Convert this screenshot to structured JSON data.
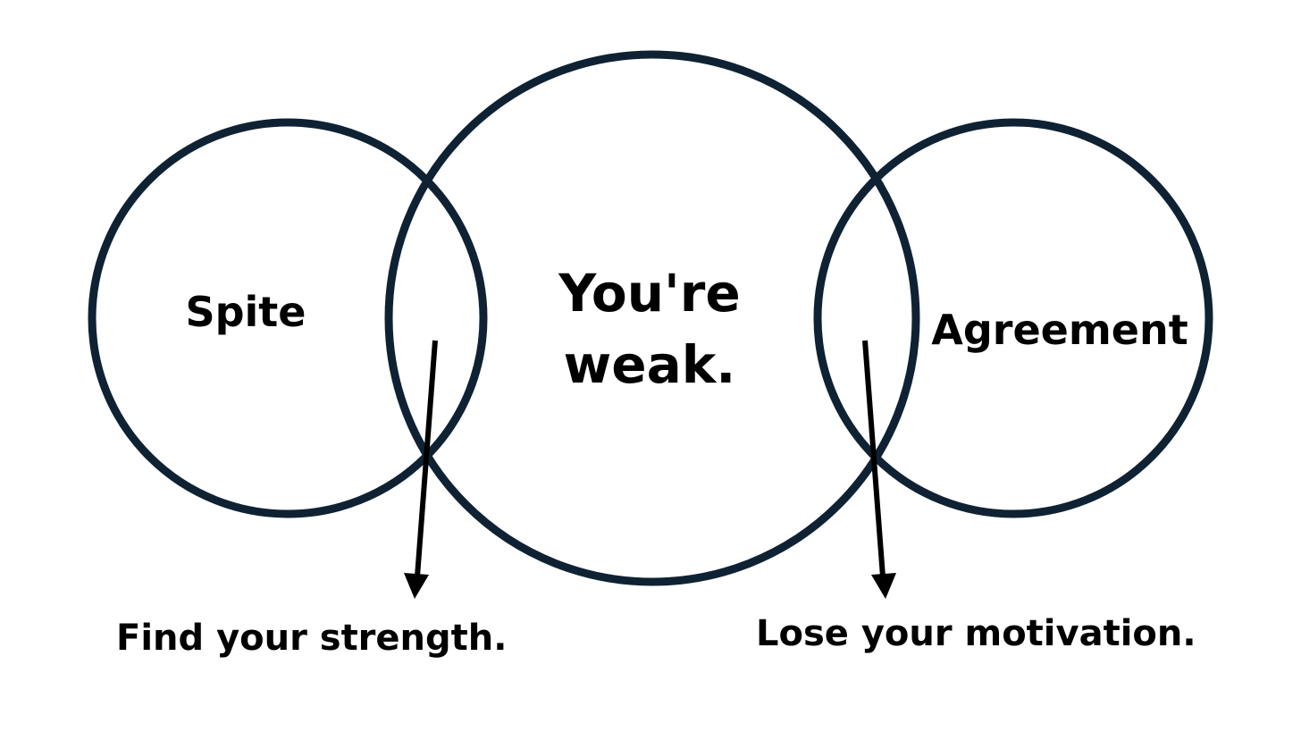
{
  "diagram": {
    "circles": {
      "left": {
        "label": "Spite"
      },
      "center": {
        "label_line1": "You're",
        "label_line2": "weak."
      },
      "right": {
        "label": "Agreement"
      }
    },
    "outcomes": {
      "left": "Find your strength.",
      "right": "Lose your motivation."
    },
    "colors": {
      "circle_stroke": "#0f2233",
      "arrow": "#000000",
      "text": "#000000",
      "background": "#ffffff"
    }
  }
}
